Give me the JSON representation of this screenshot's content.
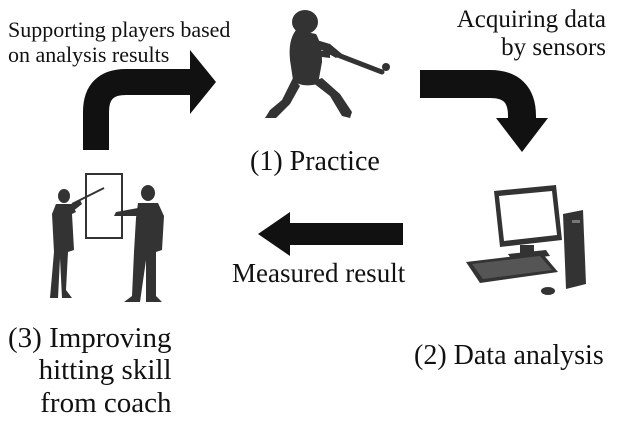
{
  "labels": {
    "support": [
      "Supporting players based",
      "on analysis results"
    ],
    "acquire": [
      "Acquiring data",
      "by sensors"
    ],
    "practice": "(1) Practice",
    "measured": "Measured result",
    "improve": [
      "(3) Improving",
      "hitting skill",
      "from coach"
    ],
    "data_analysis": "(2) Data analysis"
  },
  "colors": {
    "ink": "#111111",
    "silhouette": "#333333",
    "monitor_screen": "#ffffff"
  },
  "icons": [
    "batter-silhouette",
    "computer-icon",
    "coach-presentation-icon",
    "arrow-right",
    "arrow-down",
    "arrow-left"
  ]
}
